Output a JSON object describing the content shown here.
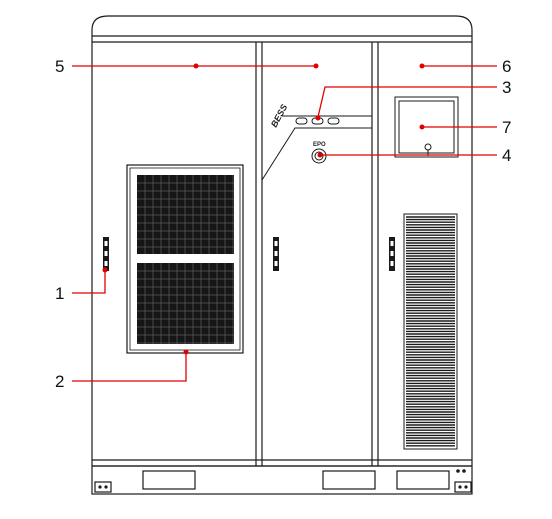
{
  "diagram": {
    "brand_label": "BESS",
    "epo_label": "EPO",
    "callouts": [
      {
        "number": "1"
      },
      {
        "number": "2"
      },
      {
        "number": "3"
      },
      {
        "number": "4"
      },
      {
        "number": "5"
      },
      {
        "number": "6"
      },
      {
        "number": "7"
      }
    ]
  },
  "colors": {
    "outline": "#1a1a1a",
    "callout_line": "#e00000",
    "mesh": "#161616"
  }
}
